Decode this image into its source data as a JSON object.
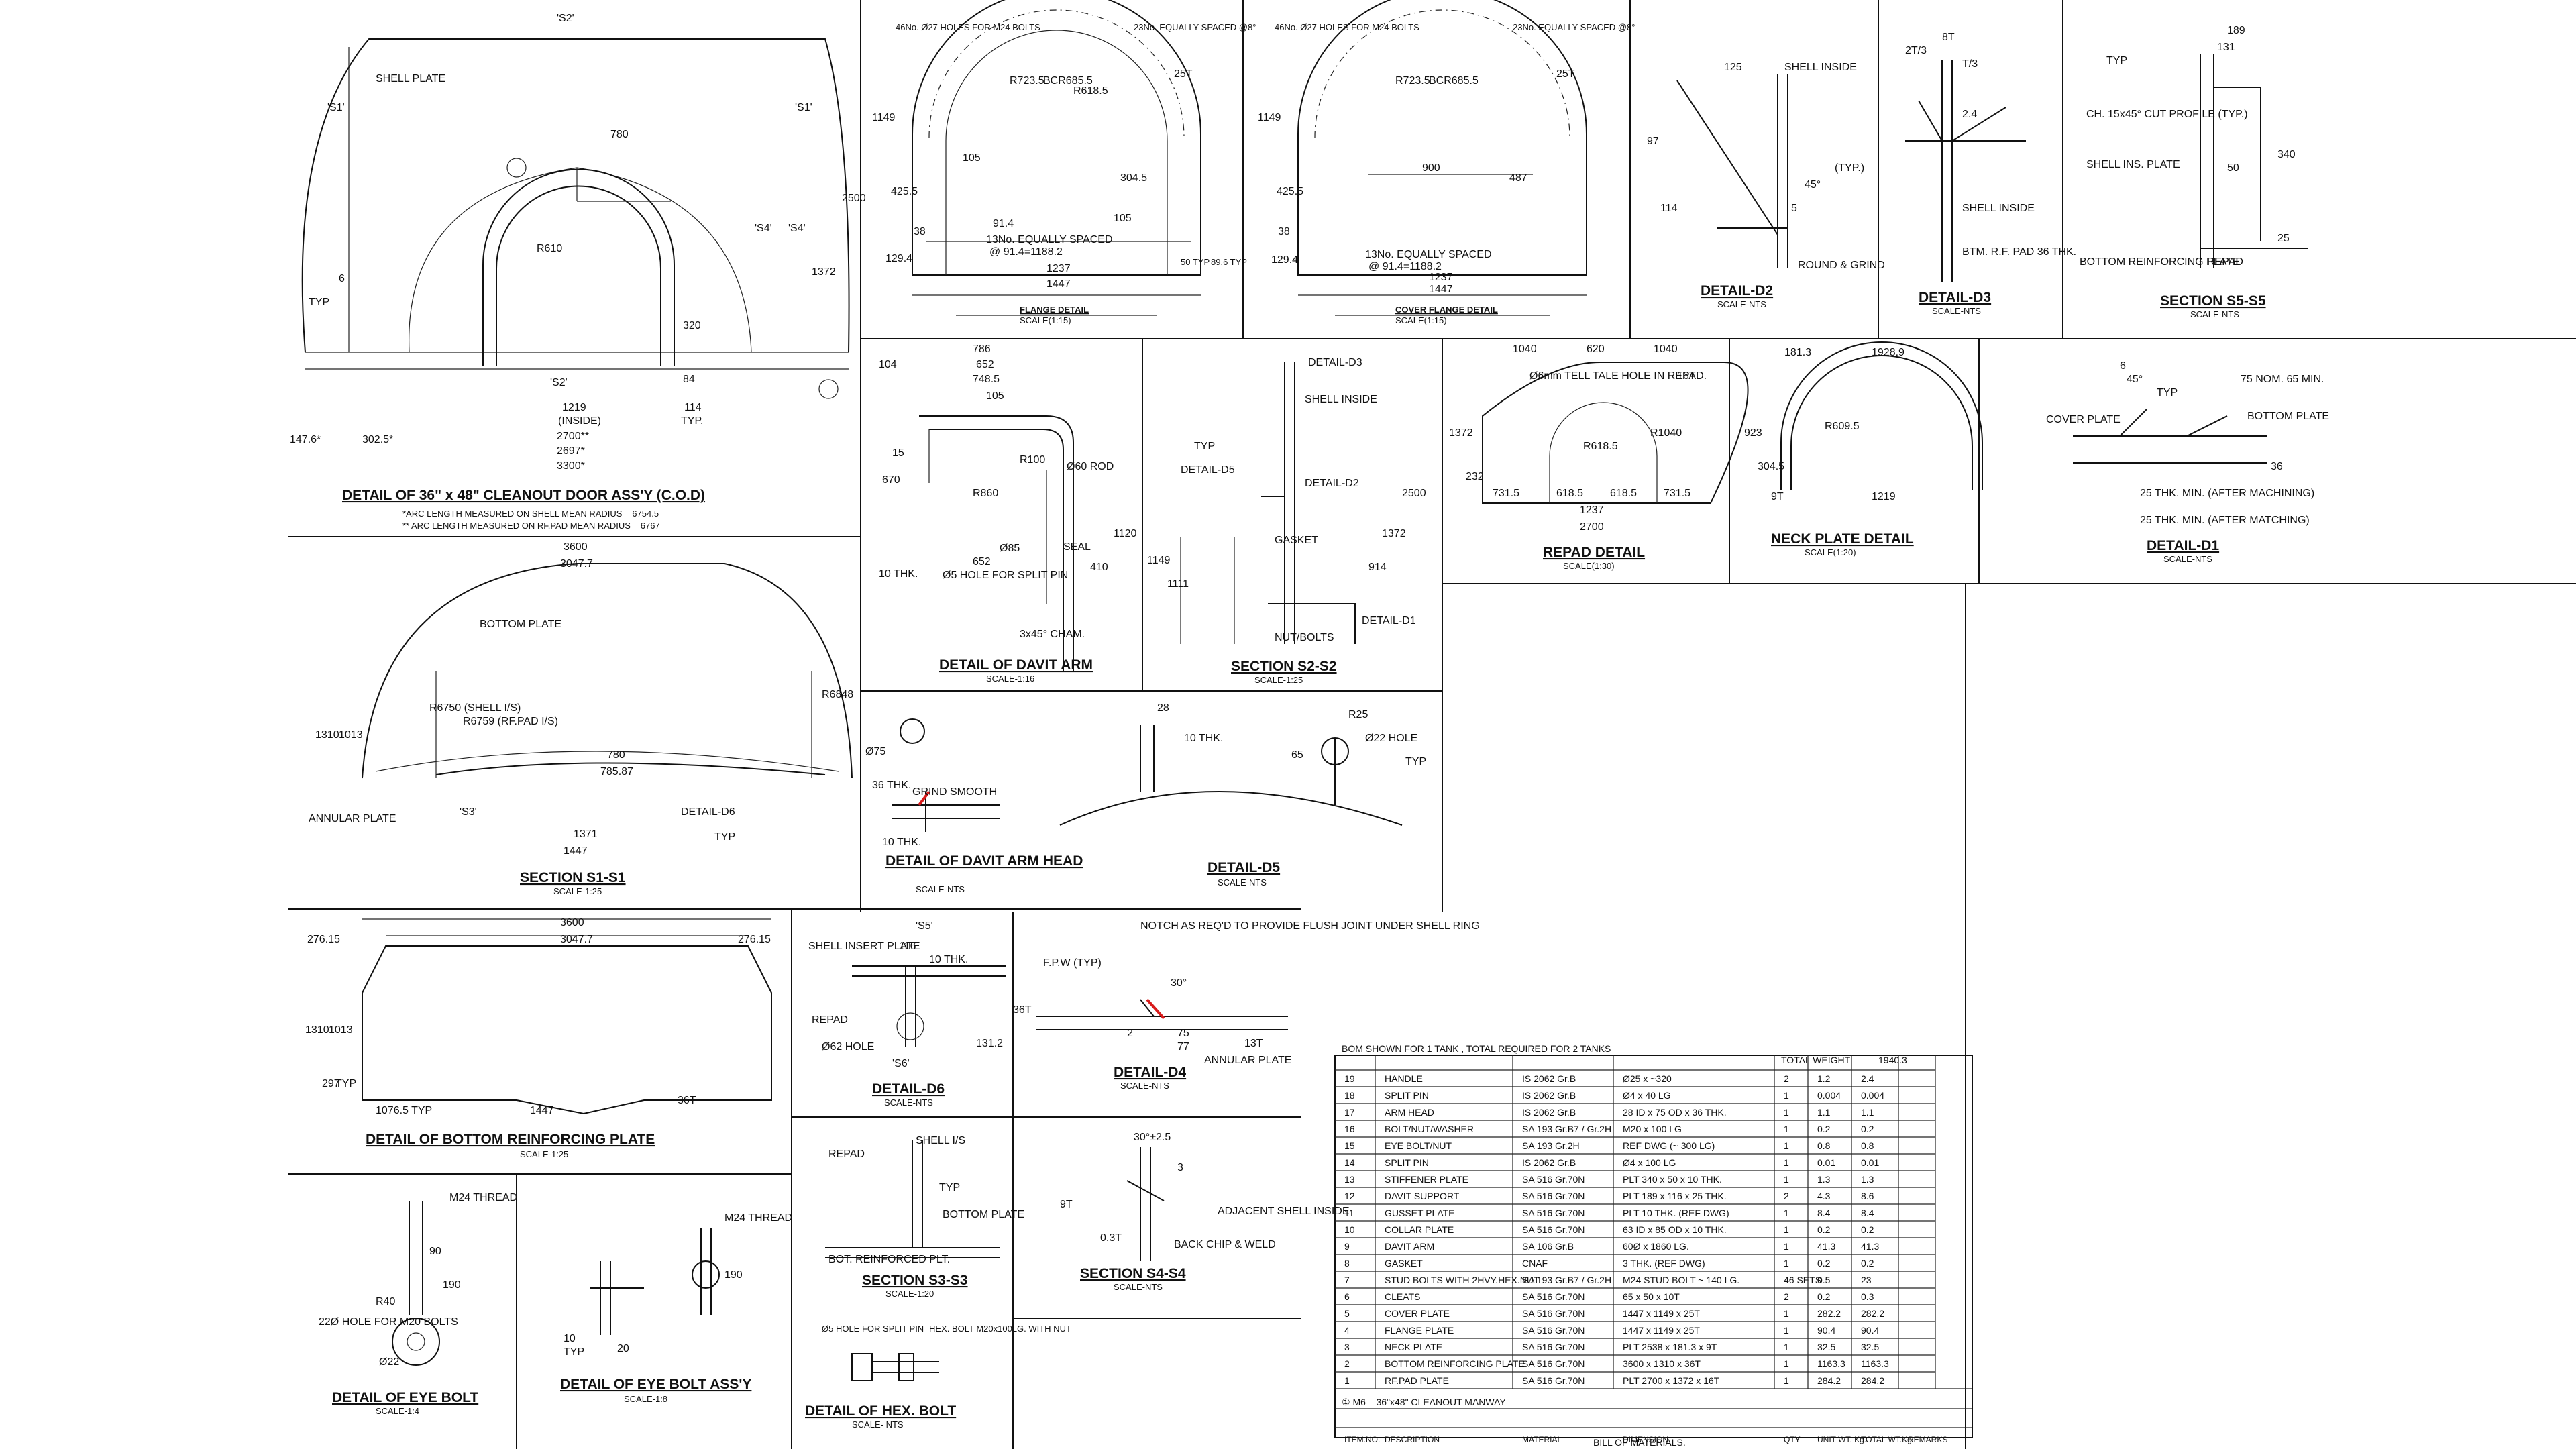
{
  "colors": {
    "ink": "#111111",
    "weld": "#d81b1b",
    "paper": "#ffffff"
  },
  "cod": {
    "title": "DETAIL OF 36\" x 48\" CLEANOUT DOOR ASS'Y (C.O.D)",
    "note1": "*ARC LENGTH MEASURED ON SHELL MEAN RADIUS = 6754.5",
    "note2": "** ARC LENGTH MEASURED ON RF.PAD MEAN RADIUS = 6767",
    "shell_plate": "SHELL PLATE",
    "s1a": "'S1'",
    "s1b": "'S1'",
    "s2top": "'S2'",
    "s2bot": "'S2'",
    "s4a": "'S4'",
    "s4b": "'S4'",
    "d780": "780",
    "d2500": "2500",
    "d1372": "1372",
    "d320": "320",
    "d84": "84",
    "r610": "R610",
    "d1219": "1219",
    "inside": "(INSIDE)",
    "d114": "114",
    "typ": "TYP.",
    "d1476": "147.6*",
    "d3025": "302.5*",
    "d2700": "2700**",
    "d2697": "2697*",
    "d3300": "3300*",
    "d6": "6",
    "typ2": "TYP"
  },
  "flange": {
    "title": "FLANGE DETAIL",
    "scale": "SCALE(1:15)",
    "holes": "46No. Ø27 HOLES FOR M24 BOLTS",
    "equal": "23No. EQUALLY SPACED @8°",
    "d1149": "1149",
    "r7235": "R723.5",
    "bcr": "BCR685.5",
    "r6185": "R618.5",
    "t25": "25T",
    "d105a": "105",
    "d105b": "105",
    "d4255": "425.5",
    "d3045": "304.5",
    "d914": "91.4",
    "d38": "38",
    "d1294": "129.4",
    "eq13": "13No. EQUALLY SPACED",
    "eq13b": "@ 91.4=1188.2",
    "d1237": "1237",
    "d1447": "1447",
    "d50": "50 TYP",
    "d896": "89.6 TYP"
  },
  "cover": {
    "title": "COVER FLANGE DETAIL",
    "scale": "SCALE(1:15)",
    "holes": "46No. Ø27 HOLES FOR M24 BOLTS",
    "equal": "23No. EQUALLY SPACED @8°",
    "d1149": "1149",
    "r7235": "R723.5",
    "bcr": "BCR685.5",
    "t25": "25T",
    "d900": "900",
    "d487": "487",
    "d4255": "425.5",
    "eq13": "13No. EQUALLY SPACED",
    "eq13b": "@ 91.4=1188.2",
    "d1237": "1237",
    "d1447": "1447",
    "d38": "38",
    "d1294": "129.4"
  },
  "d2": {
    "title": "DETAIL-D2",
    "scale": "SCALE-NTS",
    "d125": "125",
    "shell": "SHELL INSIDE",
    "typ": "(TYP.)",
    "a45": "45°",
    "d97": "97",
    "d114": "114",
    "d5": "5",
    "round": "ROUND & GRIND"
  },
  "d3": {
    "title": "DETAIL-D3",
    "scale": "SCALE-NTS",
    "t23": "2T/3",
    "t8": "8T",
    "t3": "T/3",
    "d24": "2.4",
    "shell": "SHELL INSIDE",
    "btm": "BTM. R.F. PAD 36 THK."
  },
  "s5": {
    "title": "SECTION S5-S5",
    "scale": "SCALE-NTS",
    "d189": "189",
    "d131": "131",
    "typ": "TYP",
    "ch": "CH. 15x45° CUT PROFILE (TYP.)",
    "shell": "SHELL INS. PLATE",
    "d50": "50",
    "d340": "340",
    "bot": "BOTTOM REINFORCING PLATE",
    "repad": "REPAD",
    "d25": "25"
  },
  "davit": {
    "title": "DETAIL OF DAVIT ARM",
    "scale": "SCALE-1:16",
    "d104": "104",
    "d786": "786",
    "d652": "652",
    "d7485": "748.5",
    "d105": "105",
    "d670": "670",
    "d15": "15",
    "r100": "R100",
    "r860": "R860",
    "rod": "Ø60 ROD",
    "d1120": "1120",
    "d410": "410",
    "seal": "SEAL",
    "d85": "Ø85",
    "d652b": "652",
    "pin": "Ø5 HOLE FOR SPLIT PIN",
    "cham": "3x45° CHAM.",
    "thk": "10 THK."
  },
  "s2": {
    "title": "SECTION S2-S2",
    "scale": "SCALE-1:25",
    "d3": "DETAIL-D3",
    "shell": "SHELL INSIDE",
    "typ": "TYP",
    "d5": "DETAIL-D5",
    "d2": "DETAIL-D2",
    "d1": "DETAIL-D1",
    "gasket": "GASKET",
    "nut": "NUT/BOLTS",
    "d2500": "2500",
    "d1372": "1372",
    "d1149": "1149",
    "d914": "914",
    "d1111": "1111"
  },
  "repad": {
    "title": "REPAD DETAIL",
    "scale": "SCALE(1:30)",
    "d1040a": "1040",
    "d620": "620",
    "d1040b": "1040",
    "tell": "Ø6mm TELL TALE HOLE IN REPAD.",
    "t16": "16T",
    "d1372": "1372",
    "d232": "232",
    "r6185": "R618.5",
    "r1040": "R1040",
    "d7315a": "731.5",
    "d6185a": "618.5",
    "d6185b": "618.5",
    "d7315b": "731.5",
    "d1237": "1237",
    "d2700": "2700"
  },
  "neck": {
    "title": "NECK PLATE DETAIL",
    "scale": "SCALE(1:20)",
    "d1813": "181.3",
    "d19289": "1928.9",
    "d923": "923",
    "r6095": "R609.5",
    "d3045": "304.5",
    "t9": "9T",
    "d1219": "1219"
  },
  "d1": {
    "title": "DETAIL-D1",
    "scale": "SCALE-NTS",
    "cover": "COVER PLATE",
    "a45": "45°",
    "typ": "TYP",
    "d6": "6",
    "nom": "75 NOM. 65 MIN.",
    "bot": "BOTTOM PLATE",
    "d36": "36",
    "after1": "25 THK. MIN. (AFTER MACHINING)",
    "after2": "25 THK. MIN. (AFTER MATCHING)"
  },
  "s1": {
    "title": "SECTION S1-S1",
    "scale": "SCALE-1:25",
    "d3600": "3600",
    "d30477": "3047.7",
    "bottom": "BOTTOM PLATE",
    "d1310": "1310",
    "d1013": "1013",
    "r6750": "R6750 (SHELL I/S)",
    "r6759": "R6759 (RF.PAD I/S)",
    "d780": "780",
    "d78587": "785.87",
    "d1371": "1371",
    "d1447": "1447",
    "annular": "ANNULAR PLATE",
    "s3": "'S3'",
    "detd6": "DETAIL-D6",
    "typ": "TYP",
    "r": "R6848"
  },
  "arm_head": {
    "title": "DETAIL OF DAVIT ARM HEAD",
    "scale": "SCALE-NTS",
    "d75": "Ø75",
    "d36": "36 THK.",
    "grind": "GRIND SMOOTH",
    "d10": "10 THK."
  },
  "d5": {
    "title": "DETAIL-D5",
    "scale": "SCALE-NTS",
    "d28": "28",
    "d10": "10 THK.",
    "r25": "R25",
    "d65": "65",
    "d22": "Ø22 HOLE",
    "typ": "TYP"
  },
  "brp": {
    "title": "DETAIL OF BOTTOM REINFORCING PLATE",
    "scale": "SCALE-1:25",
    "d3600": "3600",
    "d27615a": "276.15",
    "d30477": "3047.7",
    "d27615b": "276.15",
    "d1310": "1310",
    "d1013": "1013",
    "d297": "297",
    "typ": "TYP",
    "d10765": "1076.5 TYP",
    "d1447": "1447",
    "t36": "36T"
  },
  "d6": {
    "title": "DETAIL-D6",
    "scale": "SCALE-NTS",
    "s5": "'S5'",
    "shell": "SHELL INSERT PLATE",
    "d116": "116",
    "d10": "10 THK.",
    "repad": "REPAD",
    "hole": "Ø62 HOLE",
    "s6": "'S6'",
    "d1312": "131.2"
  },
  "d4": {
    "title": "DETAIL-D4",
    "scale": "SCALE-NTS",
    "notch": "NOTCH AS REQ'D TO PROVIDE FLUSH JOINT UNDER SHELL RING",
    "fpw": "F.P.W (TYP)",
    "a30": "30°",
    "d75": "75",
    "d77": "77",
    "annular": "ANNULAR PLATE",
    "t36": "36T",
    "t13": "13T",
    "d2": "2"
  },
  "s3": {
    "title": "SECTION S3-S3",
    "scale": "SCALE-1:20",
    "repad": "REPAD",
    "shell": "SHELL I/S",
    "typ": "TYP",
    "bottom": "BOTTOM PLATE",
    "bot": "BOT. REINFORCED PLT."
  },
  "s4": {
    "title": "SECTION S4-S4",
    "scale": "SCALE-NTS",
    "d30": "30°±2.5",
    "d3": "3",
    "d0": "0.3T",
    "d97": "9T",
    "adj": "ADJACENT SHELL INSIDE",
    "back": "BACK CHIP & WELD"
  },
  "eye": {
    "title": "DETAIL OF EYE BOLT",
    "scale": "SCALE-1:4",
    "m24": "M24 THREAD",
    "d90": "90",
    "d190": "190",
    "r40": "R40",
    "hole": "22Ø HOLE FOR M20 BOLTS",
    "d22": "Ø22"
  },
  "eyeassy": {
    "title": "DETAIL OF EYE BOLT ASS'Y",
    "scale": "SCALE-1:8",
    "m24": "M24 THREAD",
    "d190": "190",
    "d10": "10",
    "typ": "TYP",
    "d20": "20"
  },
  "hex": {
    "title": "DETAIL OF HEX. BOLT",
    "scale": "SCALE- NTS",
    "hole": "Ø5 HOLE FOR SPLIT PIN",
    "bolt": "HEX. BOLT M20x100LG. WITH NUT"
  },
  "bom": {
    "note": "BOM SHOWN FOR 1 TANK , TOTAL REQUIRED FOR 2 TANKS",
    "total_label": "TOTAL WEIGHT",
    "total_value": "1940.3",
    "headers": [
      "ITEM.NO.",
      "DESCRIPTION",
      "MATERIAL",
      "DIMENSION",
      "QTY",
      "UNIT WT. Kg.",
      "TOTAL WT.Kg.",
      "REMARKS"
    ],
    "assembly": "① M6 – 36\"x48\" CLEANOUT MANWAY",
    "caption": "BILL OF MATERIALS.",
    "rows": [
      [
        "19",
        "HANDLE",
        "IS 2062 Gr.B",
        "Ø25 x ~320",
        "2",
        "1.2",
        "2.4"
      ],
      [
        "18",
        "SPLIT PIN",
        "IS 2062 Gr.B",
        "Ø4 x 40 LG",
        "1",
        "0.004",
        "0.004"
      ],
      [
        "17",
        "ARM HEAD",
        "IS 2062 Gr.B",
        "28 ID x 75 OD x 36 THK.",
        "1",
        "1.1",
        "1.1"
      ],
      [
        "16",
        "BOLT/NUT/WASHER",
        "SA 193 Gr.B7 / Gr.2H",
        "M20 x 100 LG",
        "1",
        "0.2",
        "0.2"
      ],
      [
        "15",
        "EYE BOLT/NUT",
        "SA 193 Gr.2H",
        "REF DWG (~ 300 LG)",
        "1",
        "0.8",
        "0.8"
      ],
      [
        "14",
        "SPLIT PIN",
        "IS 2062 Gr.B",
        "Ø4 x 100 LG",
        "1",
        "0.01",
        "0.01"
      ],
      [
        "13",
        "STIFFENER PLATE",
        "SA 516 Gr.70N",
        "PLT 340 x 50 x 10 THK.",
        "1",
        "1.3",
        "1.3"
      ],
      [
        "12",
        "DAVIT SUPPORT",
        "SA 516 Gr.70N",
        "PLT 189 x 116 x 25 THK.",
        "2",
        "4.3",
        "8.6"
      ],
      [
        "11",
        "GUSSET PLATE",
        "SA 516 Gr.70N",
        "PLT 10 THK. (REF DWG)",
        "1",
        "8.4",
        "8.4"
      ],
      [
        "10",
        "COLLAR PLATE",
        "SA 516 Gr.70N",
        "63 ID x 85 OD x 10 THK.",
        "1",
        "0.2",
        "0.2"
      ],
      [
        "9",
        "DAVIT ARM",
        "SA 106 Gr.B",
        "60Ø x 1860 LG.",
        "1",
        "41.3",
        "41.3"
      ],
      [
        "8",
        "GASKET",
        "CNAF",
        "3 THK. (REF DWG)",
        "1",
        "0.2",
        "0.2"
      ],
      [
        "7",
        "STUD BOLTS WITH 2HVY.HEX.NUT",
        "SA 193 Gr.B7 / Gr.2H",
        "M24 STUD BOLT ~ 140 LG.",
        "46 SETS",
        "0.5",
        "23"
      ],
      [
        "6",
        "CLEATS",
        "SA 516 Gr.70N",
        "65 x 50 x 10T",
        "2",
        "0.2",
        "0.3"
      ],
      [
        "5",
        "COVER PLATE",
        "SA 516 Gr.70N",
        "1447 x 1149 x 25T",
        "1",
        "282.2",
        "282.2"
      ],
      [
        "4",
        "FLANGE PLATE",
        "SA 516 Gr.70N",
        "1447 x 1149 x 25T",
        "1",
        "90.4",
        "90.4"
      ],
      [
        "3",
        "NECK PLATE",
        "SA 516 Gr.70N",
        "PLT 2538 x 181.3 x 9T",
        "1",
        "32.5",
        "32.5"
      ],
      [
        "2",
        "BOTTOM REINFORCING PLATE",
        "SA 516 Gr.70N",
        "3600 x 1310 x 36T",
        "1",
        "1163.3",
        "1163.3"
      ],
      [
        "1",
        "RF.PAD PLATE",
        "SA 516 Gr.70N",
        "PLT 2700 x 1372 x 16T",
        "1",
        "284.2",
        "284.2"
      ]
    ]
  }
}
